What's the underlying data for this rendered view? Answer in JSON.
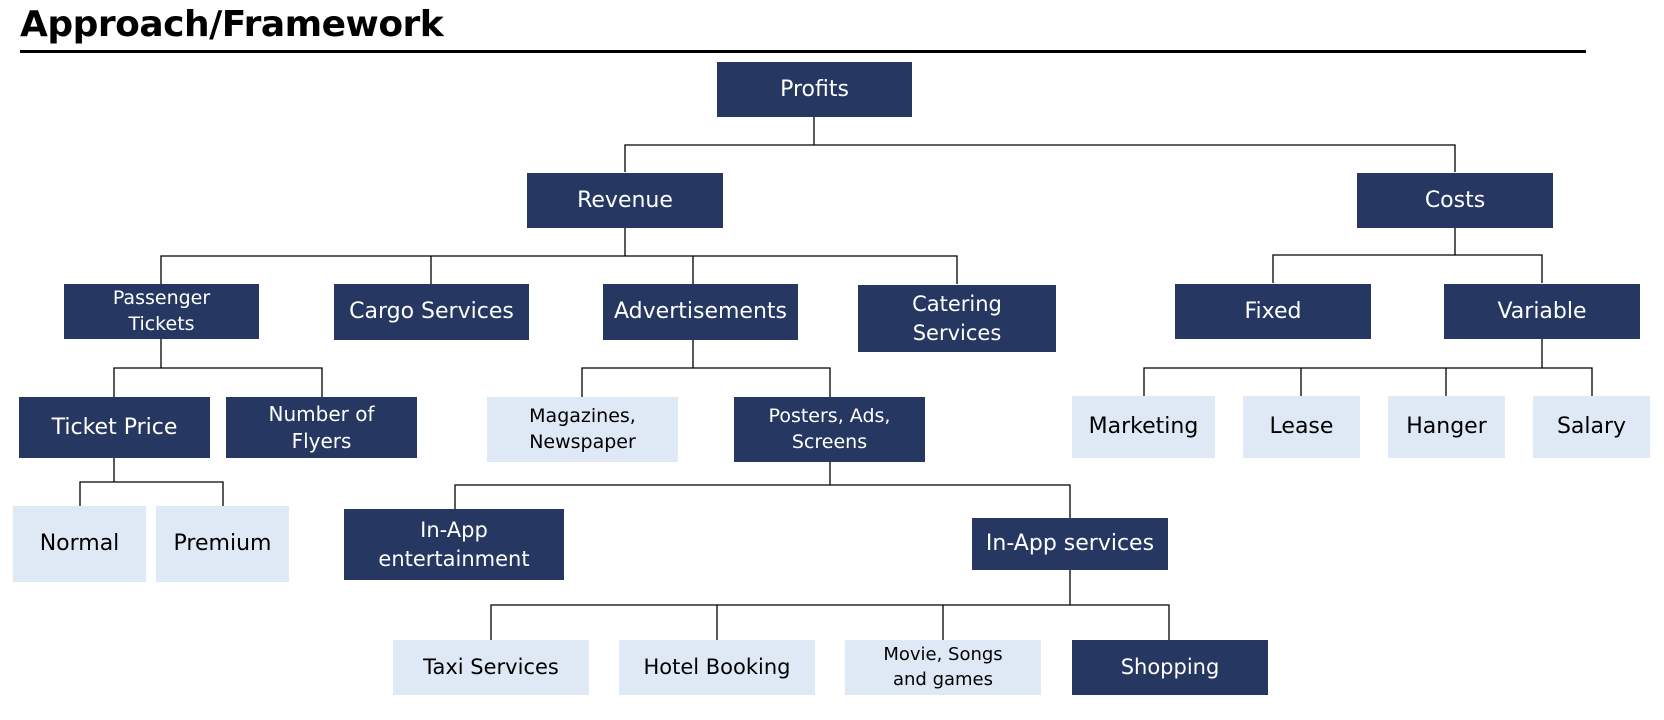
{
  "title": "Approach/Framework",
  "nodes": {
    "profits": "Profits",
    "revenue": "Revenue",
    "costs": "Costs",
    "passenger_tickets": "Passenger Tickets",
    "cargo_services": "Cargo Services",
    "advertisements": "Advertisements",
    "catering_services": "Catering Services",
    "fixed": "Fixed",
    "variable": "Variable",
    "ticket_price": "Ticket Price",
    "number_of_flyers": "Number of Flyers",
    "magazines_newspaper": "Magazines, Newspaper",
    "posters_ads_screens": "Posters, Ads, Screens",
    "marketing": "Marketing",
    "lease": "Lease",
    "hanger": "Hanger",
    "salary": "Salary",
    "normal": "Normal",
    "premium": "Premium",
    "in_app_entertainment": "In-App entertainment",
    "in_app_services": "In-App services",
    "taxi_services": "Taxi Services",
    "hotel_booking": "Hotel Booking",
    "movie_songs_games": "Movie, Songs and games",
    "shopping": "Shopping"
  },
  "colors": {
    "dark_node": "#263862",
    "light_node": "#dfe9f5",
    "connector": "#000000"
  }
}
